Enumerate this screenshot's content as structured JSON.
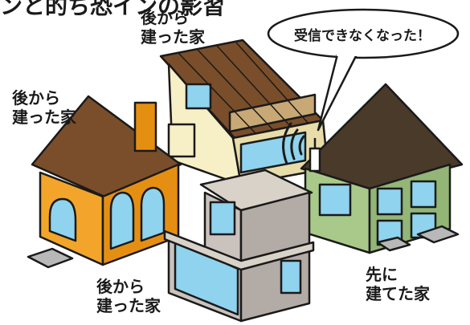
{
  "title": "ンと的ち恐インの影習",
  "speech_bubble": "受信できなくなった！",
  "labels": {
    "house_top": "後から\n建った家",
    "house_left": "後から\n建った家",
    "house_bottom": "後から\n建った家",
    "house_right": "先に\n建てた家"
  },
  "colors": {
    "outline": "#1a1a1a",
    "orange_wall": "#f2a52a",
    "cream_wall": "#f7efc6",
    "green_wall": "#a8c98a",
    "brown_roof": "#7a4e2a",
    "dark_roof": "#4a3a2a",
    "window": "#8fd3ee",
    "gray_wall": "#c9c2bd"
  },
  "icons": [
    "antenna-icon",
    "signal-waves-icon"
  ]
}
